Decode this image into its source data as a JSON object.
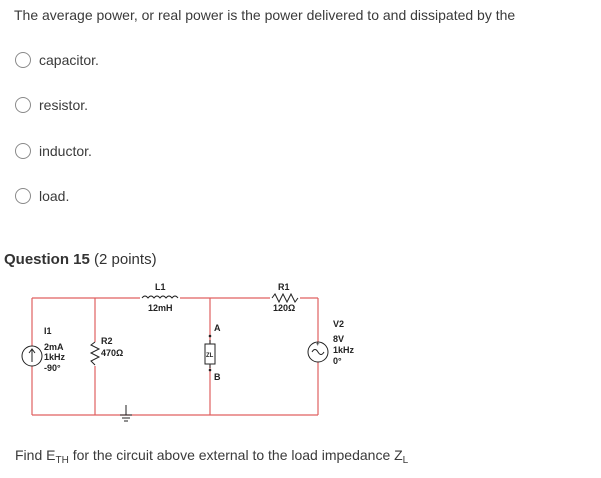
{
  "question": {
    "prompt": "The average power, or real power is the power delivered to and dissipated by the"
  },
  "options": [
    {
      "label": "capacitor."
    },
    {
      "label": "resistor."
    },
    {
      "label": "inductor."
    },
    {
      "label": "load."
    }
  ],
  "next_question": {
    "title": "Question 15",
    "points": "(2 points)"
  },
  "circuit": {
    "i1": {
      "name": "I1",
      "amp": "2mA",
      "freq": "1kHz",
      "phase": "-90°"
    },
    "r2": {
      "name": "R2",
      "value": "470Ω"
    },
    "l1": {
      "name": "L1",
      "value": "12mH"
    },
    "r1": {
      "name": "R1",
      "value": "120Ω"
    },
    "zl": {
      "name": "ZL"
    },
    "node_a": "A",
    "node_b": "B",
    "v2": {
      "name": "V2",
      "amp": "8V",
      "freq": "1kHz",
      "phase": "0°"
    },
    "wire_color": "#e06060"
  },
  "bottom": {
    "prefix": "Find E",
    "sub1": "TH",
    "middle": " for the circuit above external to the load impedance Z",
    "sub2": "L"
  }
}
